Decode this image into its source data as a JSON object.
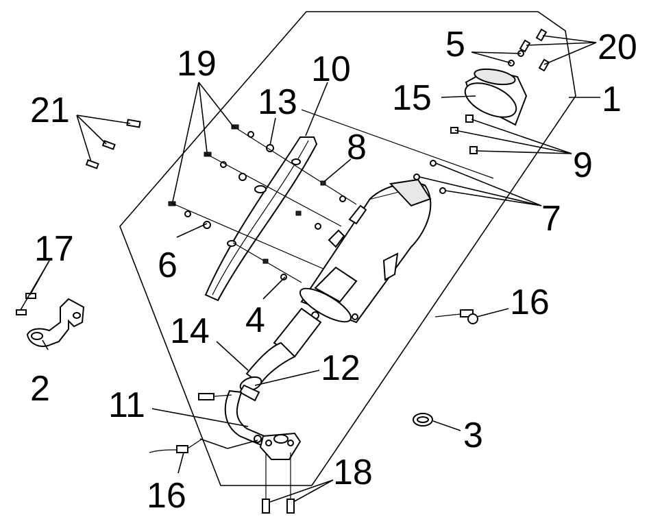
{
  "callouts": [
    {
      "id": "c1",
      "text": "1"
    },
    {
      "id": "c2",
      "text": "2"
    },
    {
      "id": "c3",
      "text": "3"
    },
    {
      "id": "c4",
      "text": "4"
    },
    {
      "id": "c5",
      "text": "5"
    },
    {
      "id": "c6",
      "text": "6"
    },
    {
      "id": "c7",
      "text": "7"
    },
    {
      "id": "c8",
      "text": "8"
    },
    {
      "id": "c9",
      "text": "9"
    },
    {
      "id": "c10",
      "text": "10"
    },
    {
      "id": "c11",
      "text": "11"
    },
    {
      "id": "c12",
      "text": "12"
    },
    {
      "id": "c13",
      "text": "13"
    },
    {
      "id": "c14",
      "text": "14"
    },
    {
      "id": "c15",
      "text": "15"
    },
    {
      "id": "c16a",
      "text": "16"
    },
    {
      "id": "c16b",
      "text": "16"
    },
    {
      "id": "c17",
      "text": "17"
    },
    {
      "id": "c18",
      "text": "18"
    },
    {
      "id": "c19",
      "text": "19"
    },
    {
      "id": "c20",
      "text": "20"
    },
    {
      "id": "c21",
      "text": "21"
    }
  ]
}
